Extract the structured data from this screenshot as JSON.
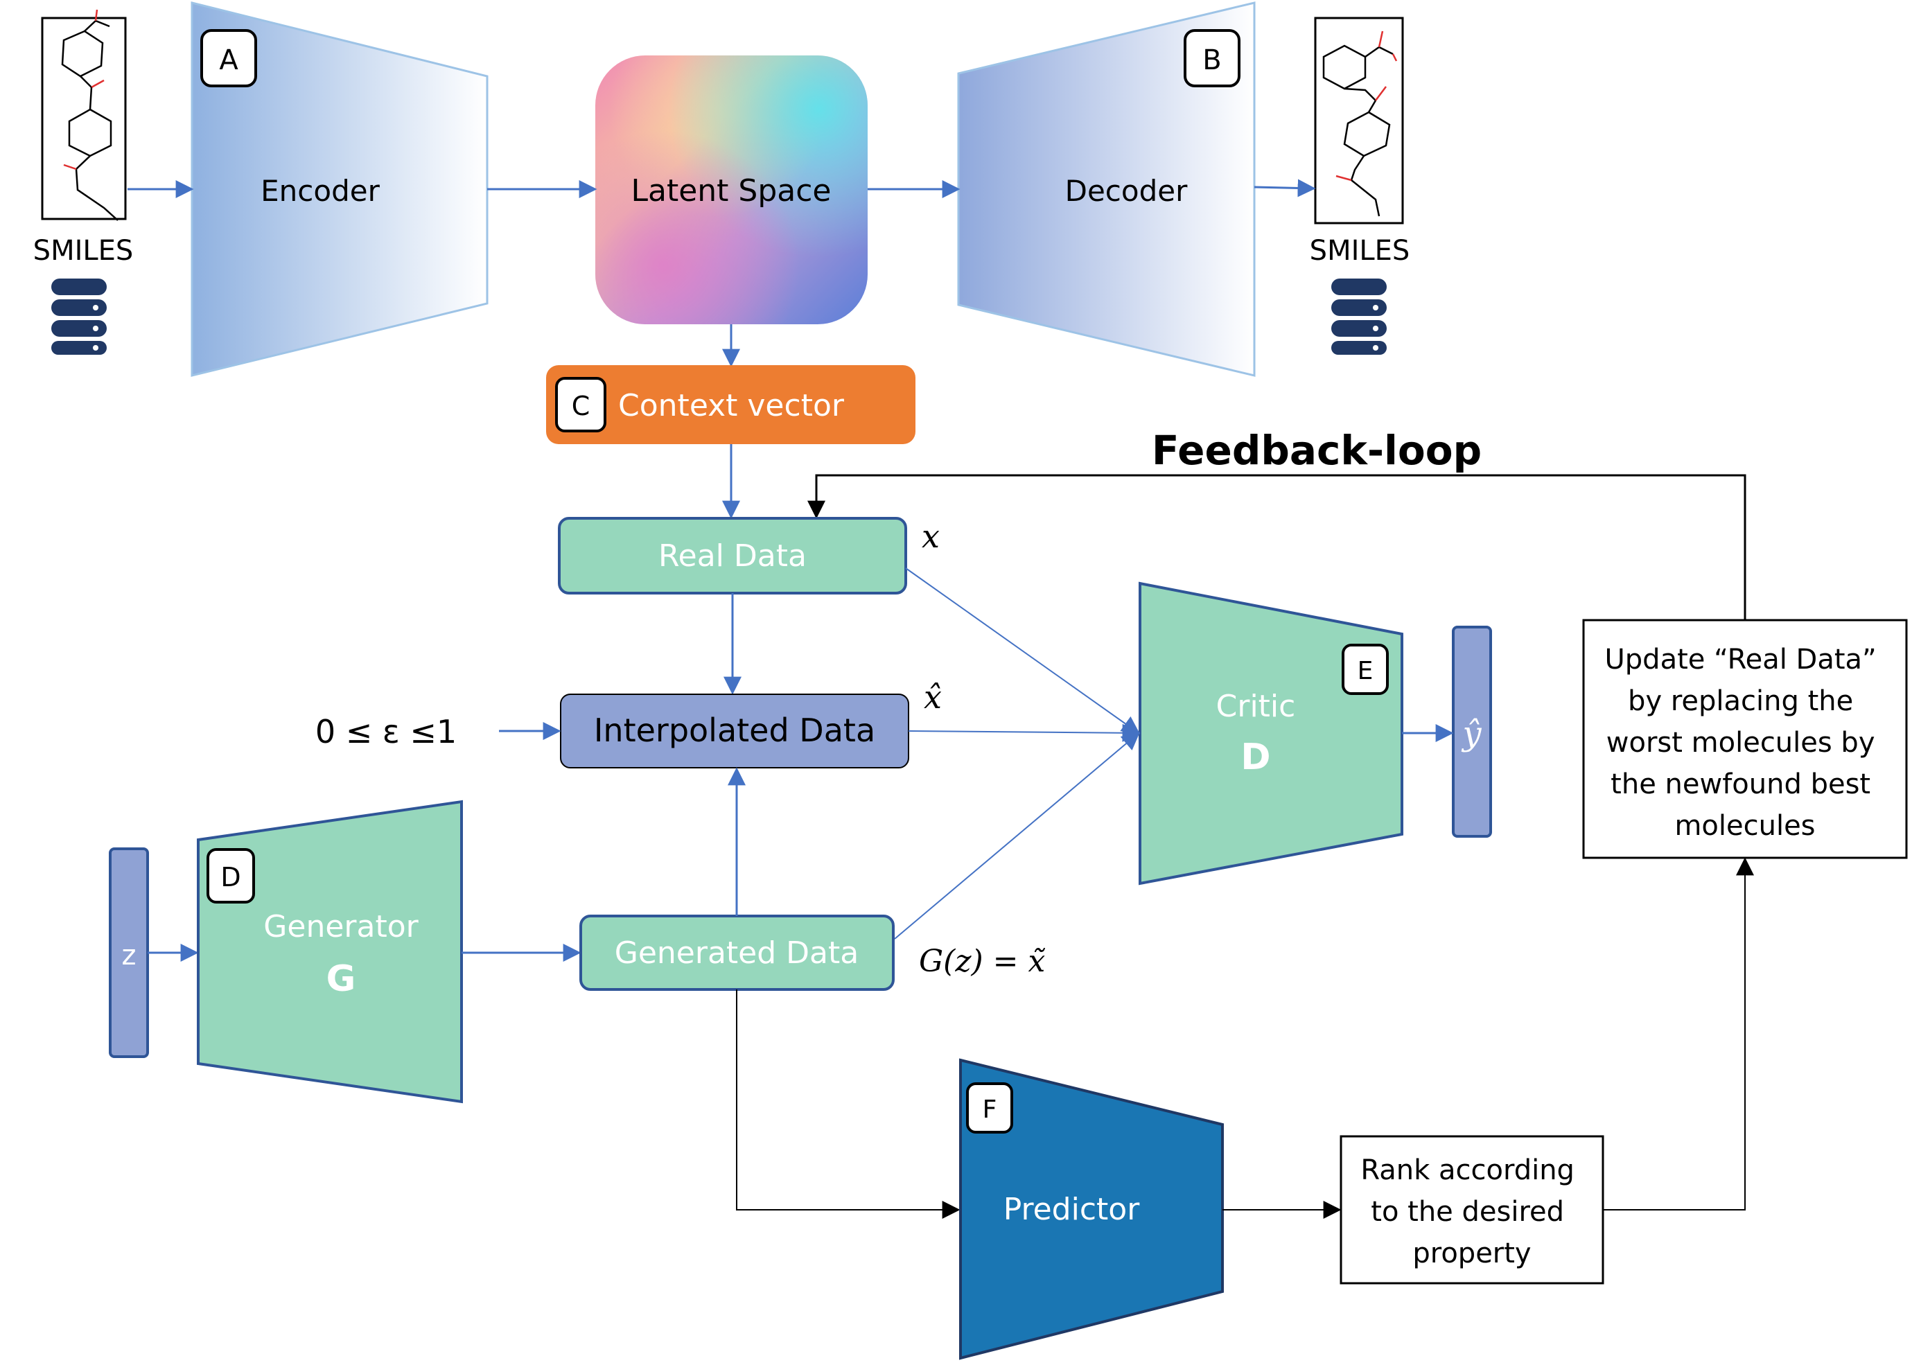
{
  "labels": {
    "a": "A",
    "b": "B",
    "c": "C",
    "d": "D",
    "e": "E",
    "f": "F"
  },
  "encoder": {
    "label": "Encoder"
  },
  "latent": {
    "label": "Latent Space"
  },
  "decoder": {
    "label": "Decoder"
  },
  "smiles_input": {
    "label": "SMILES"
  },
  "smiles_output": {
    "label": "SMILES"
  },
  "context": {
    "label": "Context vector"
  },
  "feedback": {
    "title": "Feedback-loop"
  },
  "real_data": {
    "label": "Real Data",
    "symbol": "x"
  },
  "interpolated": {
    "label": "Interpolated Data",
    "symbol": "x̂",
    "epsilon": "0 ≤ ε ≤1"
  },
  "generated": {
    "label": "Generated Data",
    "symbol": "G(z) =  x̃"
  },
  "generator": {
    "label": "Generator",
    "letter": "G"
  },
  "z_vector": {
    "label": "z"
  },
  "critic": {
    "label": "Critic",
    "letter": "D"
  },
  "critic_output": {
    "symbol": "ŷ"
  },
  "predictor": {
    "label": "Predictor"
  },
  "rank": {
    "lines": [
      "Rank according",
      "to the desired",
      "property"
    ]
  },
  "update": {
    "lines": [
      "Update “Real Data”",
      "by replacing the",
      "worst molecules by",
      "the newfound best",
      "molecules"
    ]
  },
  "colors": {
    "arrow_blue": "#4472C4",
    "green_fill": "#96D7BC",
    "dark_blue": "#2F5597",
    "orange": "#ED7D31",
    "purple_fill": "#8FA2D4",
    "predictor": "#1A76B3",
    "db": "#203864"
  }
}
